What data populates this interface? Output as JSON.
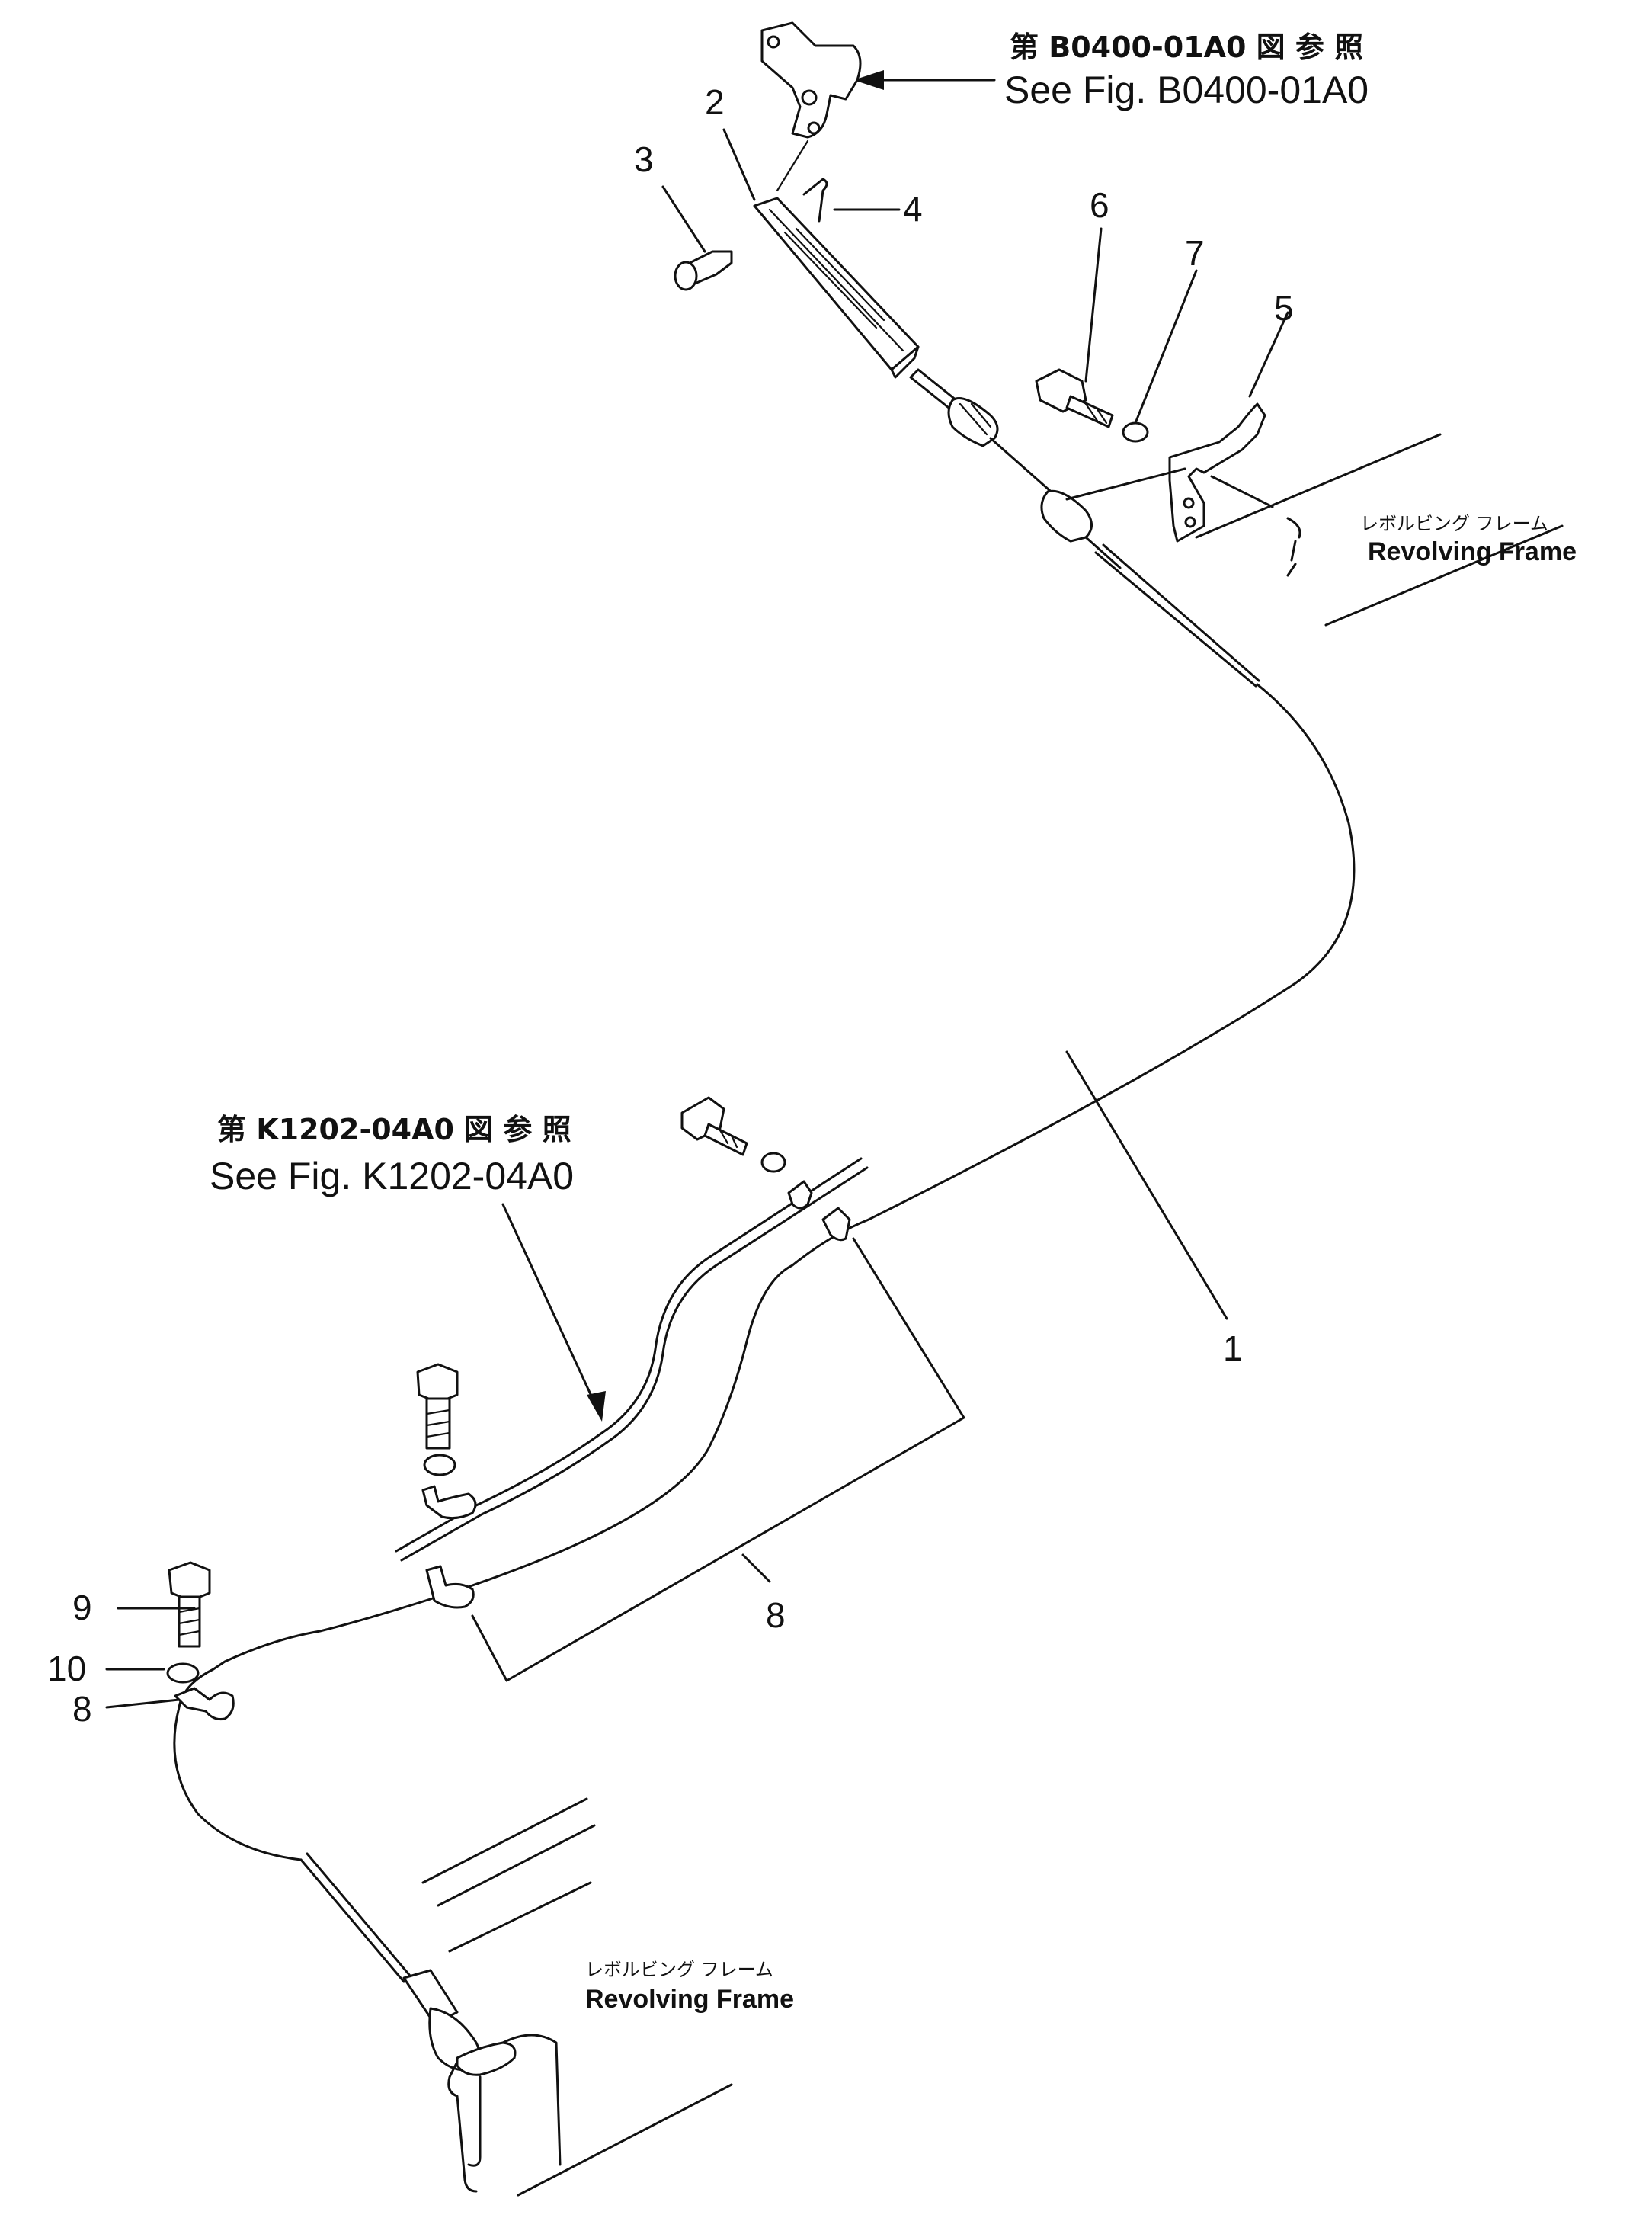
{
  "references": {
    "top": {
      "jp": "第 B0400-01A0 図 参 照",
      "en": "See Fig. B0400-01A0"
    },
    "middle": {
      "jp": "第 K1202-04A0 図 参 照",
      "en": "See Fig. K1202-04A0"
    }
  },
  "frame_labels": {
    "right": {
      "jp": "レボルビング フレーム",
      "en": "Revolving Frame"
    },
    "bottom": {
      "jp": "レボルビング フレーム",
      "en": "Revolving Frame"
    }
  },
  "callouts": {
    "c1": "1",
    "c2": "2",
    "c3": "3",
    "c4": "4",
    "c5": "5",
    "c6": "6",
    "c7": "7",
    "c8a": "8",
    "c8b": "8",
    "c9": "9",
    "c10": "10"
  }
}
